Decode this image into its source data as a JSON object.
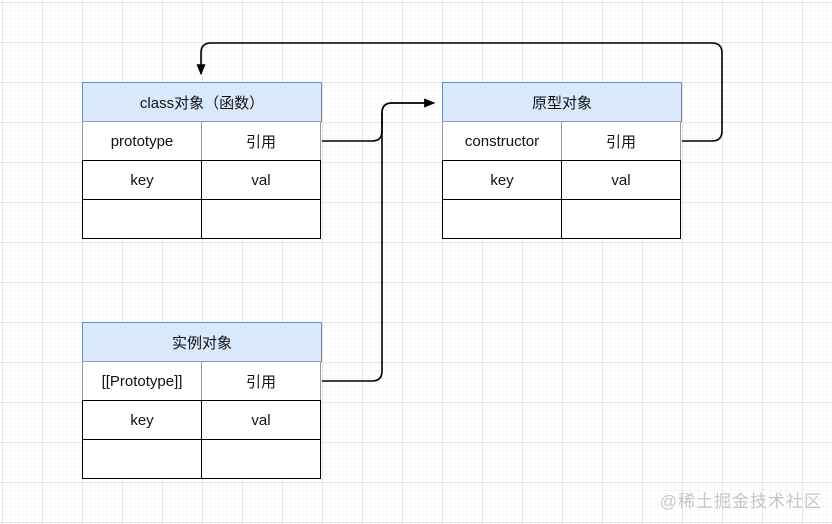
{
  "tables": {
    "class_object": {
      "title": "class对象（函数）",
      "rows": [
        [
          "prototype",
          "引用"
        ],
        [
          "key",
          "val"
        ],
        [
          "",
          ""
        ]
      ]
    },
    "prototype_object": {
      "title": "原型对象",
      "rows": [
        [
          "constructor",
          "引用"
        ],
        [
          "key",
          "val"
        ],
        [
          "",
          ""
        ]
      ]
    },
    "instance_object": {
      "title": "实例对象",
      "rows": [
        [
          "[[Prototype]]",
          "引用"
        ],
        [
          "key",
          "val"
        ],
        [
          "",
          ""
        ]
      ]
    }
  },
  "arrows": [
    {
      "name": "class-reference-to-prototype-object",
      "from": "class对象（函数）.引用",
      "to": "原型对象"
    },
    {
      "name": "instance-reference-to-prototype-object",
      "from": "实例对象.引用",
      "to": "原型对象"
    },
    {
      "name": "prototype-reference-to-class-object",
      "from": "原型对象.引用",
      "to": "class对象（函数）"
    }
  ],
  "watermark": "@稀土掘金技术社区",
  "colors": {
    "header_fill": "#dae8fc",
    "header_border": "#6c8ebf",
    "row_soft_border": "#999999",
    "row_border": "#000000",
    "arrow": "#000000",
    "grid": "#e4e4e4",
    "watermark": "#c6c6c6"
  }
}
